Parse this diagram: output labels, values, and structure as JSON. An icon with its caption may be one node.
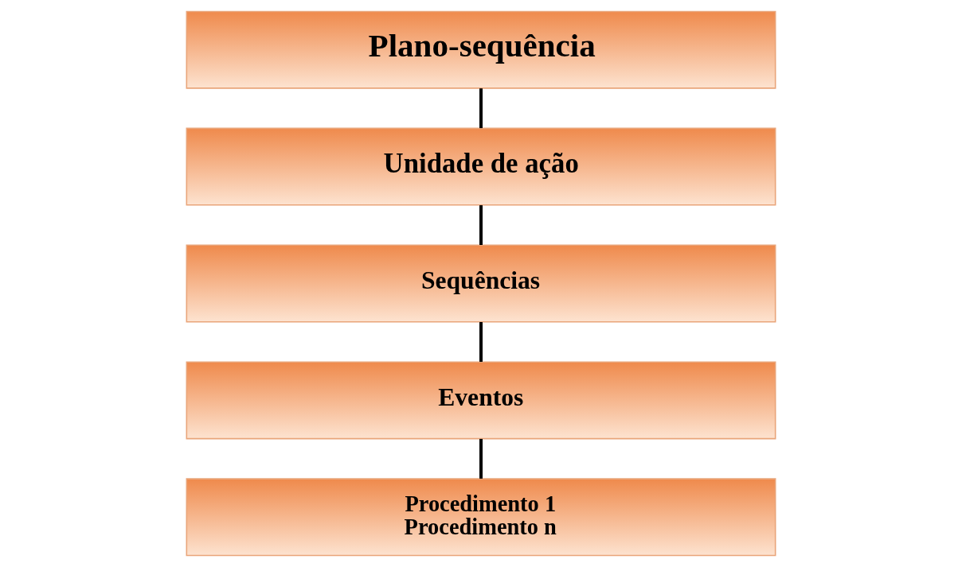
{
  "diagram": {
    "nodes": [
      {
        "text": [
          "Plano-sequência"
        ]
      },
      {
        "text": [
          "Unidade de ação"
        ]
      },
      {
        "text": [
          "Sequências"
        ]
      },
      {
        "text": [
          "Eventos"
        ]
      },
      {
        "text": [
          "Procedimento 1",
          "Procedimento n"
        ]
      }
    ],
    "edges": [
      {
        "from": 0,
        "to": 1,
        "arrow": "none"
      },
      {
        "from": 1,
        "to": 2,
        "arrow": "none"
      },
      {
        "from": 2,
        "to": 3,
        "arrow": "none"
      },
      {
        "from": 3,
        "to": 4,
        "arrow": "none"
      }
    ]
  }
}
